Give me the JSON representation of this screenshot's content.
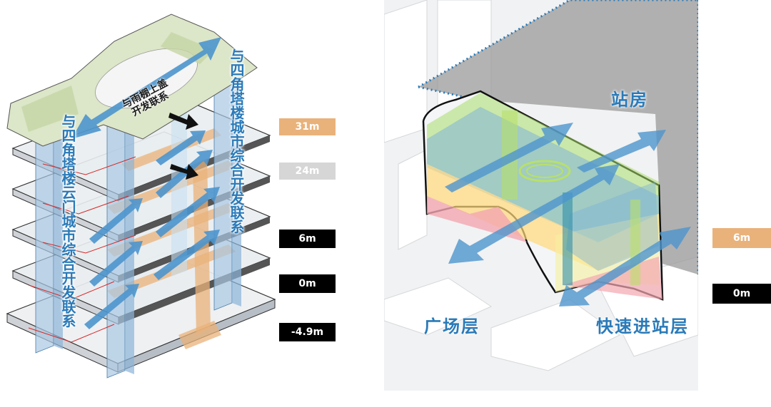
{
  "left_diagram": {
    "roof_arrow_label": "与雨棚上盖\n开发联系",
    "left_vertical_label": "与四角塔楼云门城市综合开发联系",
    "right_vertical_label": "与四角塔楼城市综合开发联系"
  },
  "levels_left": [
    {
      "label": "31m",
      "color": "#e9b27a"
    },
    {
      "label": "24m",
      "color": "#d6d6d6"
    },
    {
      "label": "6m",
      "color": "#000000"
    },
    {
      "label": "0m",
      "color": "#000000"
    },
    {
      "label": "-4.9m",
      "color": "#000000"
    }
  ],
  "right_diagram": {
    "station_house_label": "站房",
    "plaza_level_label": "广场层",
    "fast_entry_label": "快速进站层"
  },
  "levels_right": [
    {
      "label": "6m",
      "color": "#e9b27a"
    },
    {
      "label": "0m",
      "color": "#000000"
    }
  ],
  "colors": {
    "accent_blue": "#2a7ab8",
    "arrow_blue": "#4d95cd",
    "orange": "#e9b27a",
    "grey": "#d6d6d6"
  }
}
